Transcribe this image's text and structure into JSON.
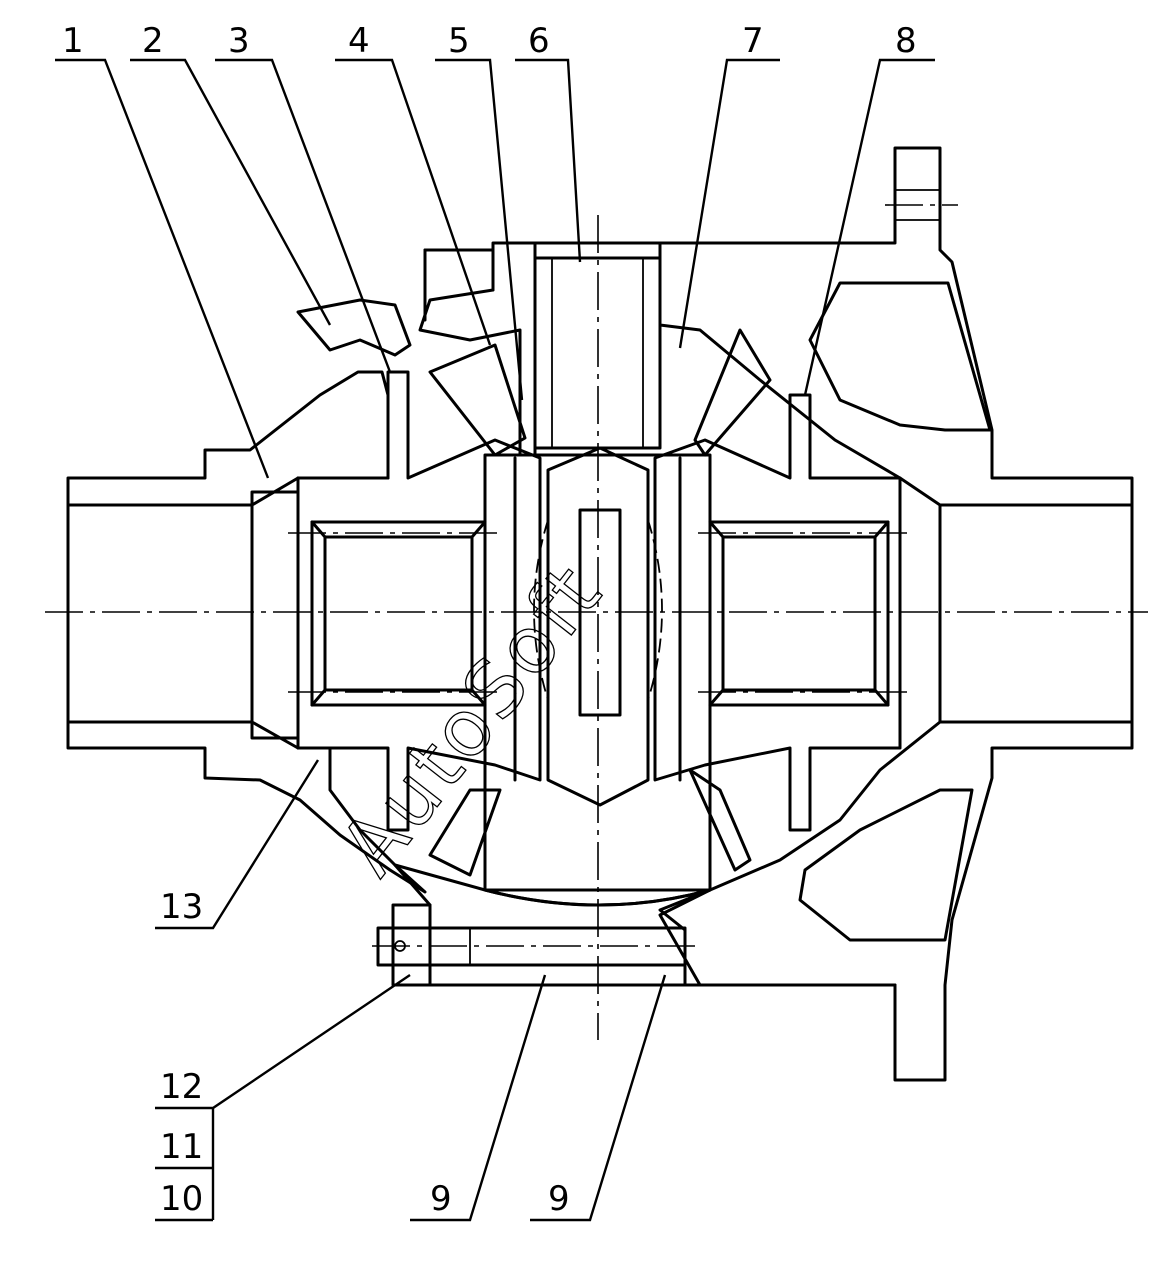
{
  "drawing": {
    "watermark": "AutoSoft",
    "callouts": [
      {
        "id": "c1",
        "label": "1"
      },
      {
        "id": "c2",
        "label": "2"
      },
      {
        "id": "c3",
        "label": "3"
      },
      {
        "id": "c4",
        "label": "4"
      },
      {
        "id": "c5",
        "label": "5"
      },
      {
        "id": "c6",
        "label": "6"
      },
      {
        "id": "c7",
        "label": "7"
      },
      {
        "id": "c8",
        "label": "8"
      },
      {
        "id": "c9a",
        "label": "9"
      },
      {
        "id": "c9b",
        "label": "9"
      },
      {
        "id": "c10",
        "label": "10"
      },
      {
        "id": "c11",
        "label": "11"
      },
      {
        "id": "c12",
        "label": "12"
      },
      {
        "id": "c13",
        "label": "13"
      }
    ]
  }
}
